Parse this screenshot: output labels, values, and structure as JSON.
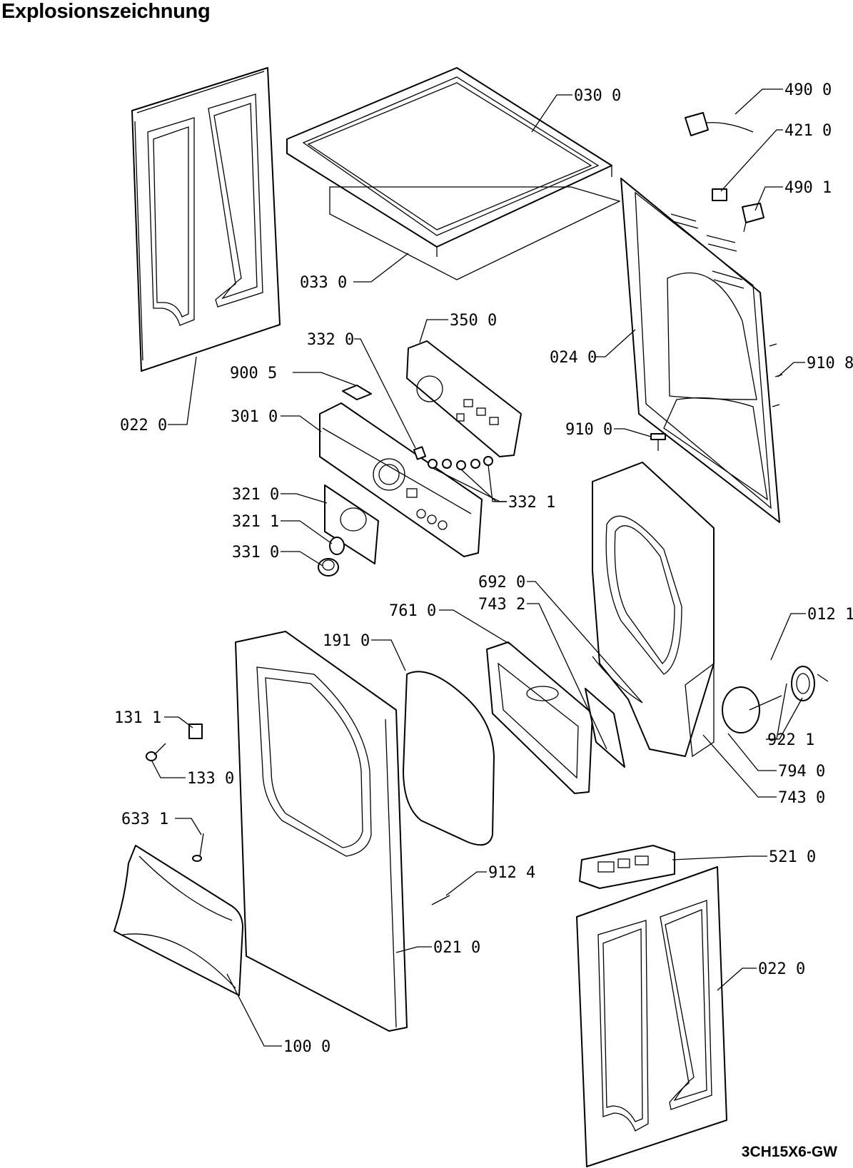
{
  "header": {
    "title": "Explosionszeichnung"
  },
  "footer": {
    "model_code": "3CH15X6-GW"
  },
  "callouts": [
    {
      "id": "c-030-0",
      "text": "030 0"
    },
    {
      "id": "c-490-0",
      "text": "490 0"
    },
    {
      "id": "c-421-0",
      "text": "421 0"
    },
    {
      "id": "c-490-1",
      "text": "490 1"
    },
    {
      "id": "c-033-0",
      "text": "033 0"
    },
    {
      "id": "c-350-0",
      "text": "350 0"
    },
    {
      "id": "c-332-0",
      "text": "332 0"
    },
    {
      "id": "c-024-0",
      "text": "024 0"
    },
    {
      "id": "c-910-8",
      "text": "910 8"
    },
    {
      "id": "c-900-5",
      "text": "900 5"
    },
    {
      "id": "c-301-0",
      "text": "301 0"
    },
    {
      "id": "c-022-0a",
      "text": "022 0"
    },
    {
      "id": "c-910-0",
      "text": "910 0"
    },
    {
      "id": "c-321-0",
      "text": "321 0"
    },
    {
      "id": "c-332-1",
      "text": "332 1"
    },
    {
      "id": "c-321-1",
      "text": "321 1"
    },
    {
      "id": "c-331-0",
      "text": "331 0"
    },
    {
      "id": "c-692-0",
      "text": "692 0"
    },
    {
      "id": "c-743-2",
      "text": "743 2"
    },
    {
      "id": "c-761-0",
      "text": "761 0"
    },
    {
      "id": "c-012-1",
      "text": "012 1"
    },
    {
      "id": "c-191-0",
      "text": "191 0"
    },
    {
      "id": "c-131-1",
      "text": "131 1"
    },
    {
      "id": "c-922-1",
      "text": "922 1"
    },
    {
      "id": "c-133-0",
      "text": "133 0"
    },
    {
      "id": "c-794-0",
      "text": "794 0"
    },
    {
      "id": "c-743-0",
      "text": "743 0"
    },
    {
      "id": "c-633-1",
      "text": "633 1"
    },
    {
      "id": "c-521-0",
      "text": "521 0"
    },
    {
      "id": "c-912-4",
      "text": "912 4"
    },
    {
      "id": "c-021-0",
      "text": "021 0"
    },
    {
      "id": "c-022-0b",
      "text": "022 0"
    },
    {
      "id": "c-100-0",
      "text": "100 0"
    }
  ]
}
